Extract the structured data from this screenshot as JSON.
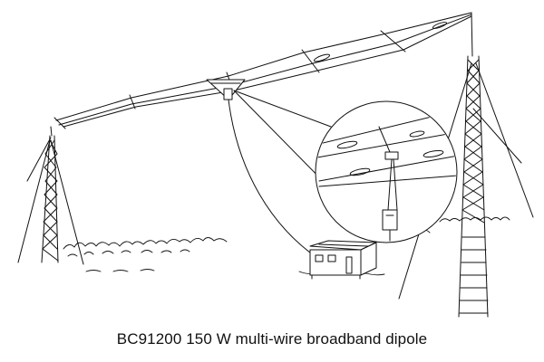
{
  "caption": "BC91200 150 W multi-wire broadband dipole",
  "palette": {
    "ink": "#111111",
    "background": "#ffffff"
  },
  "elements": {
    "left_mast": "lattice-mast",
    "right_mast": "lattice-mast",
    "antenna": "multi-wire-dipole",
    "feedline": "coaxial-feedline",
    "shelter": "equipment-shelter",
    "detail": "magnified-feedpoint-detail"
  }
}
